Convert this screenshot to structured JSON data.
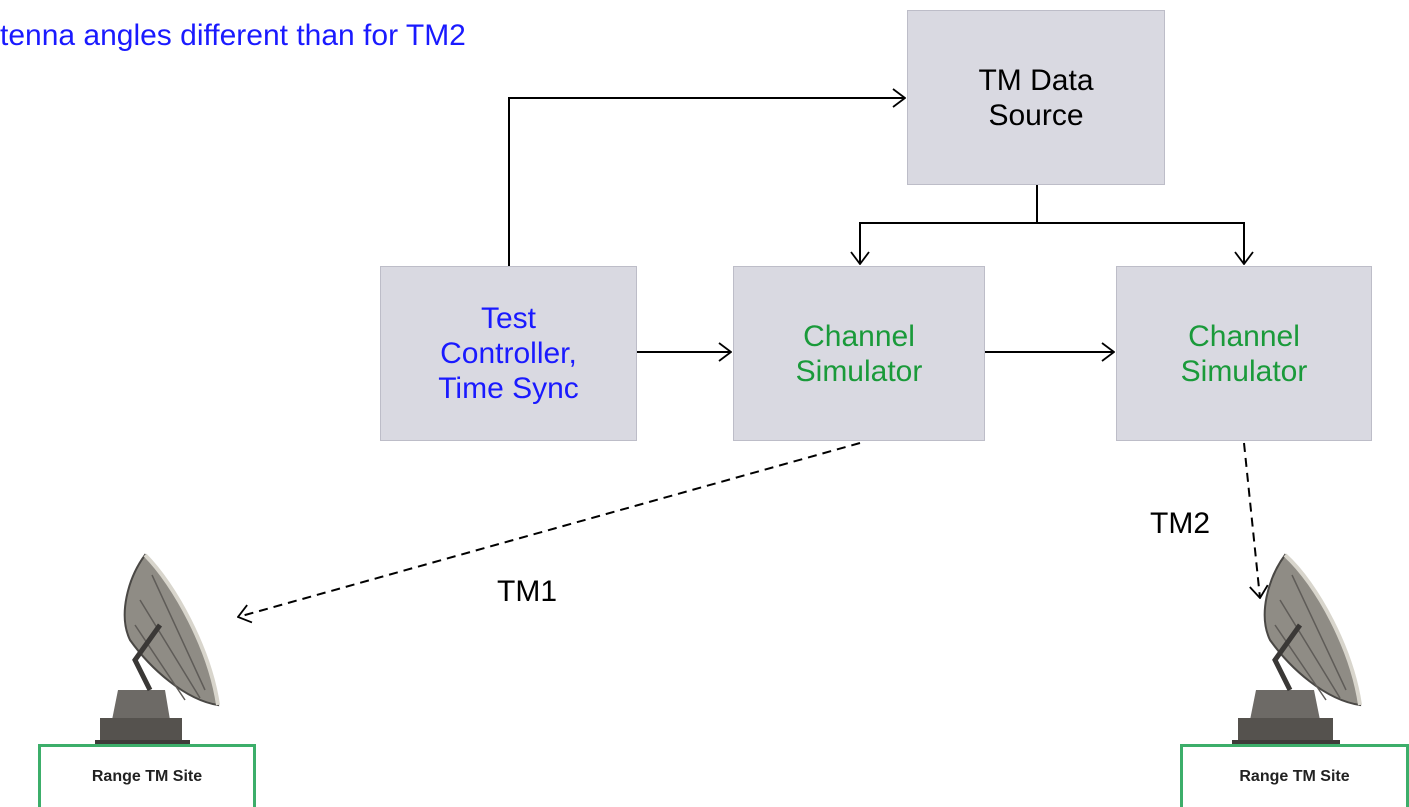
{
  "heading": {
    "line1": "",
    "line2": "tenna angles different than for TM2"
  },
  "boxes": {
    "data_source": [
      "TM Data",
      "Source"
    ],
    "controller": [
      "Test",
      "Controller,",
      "Time Sync"
    ],
    "simulator1": [
      "Channel",
      "Simulator"
    ],
    "simulator2": [
      "Channel",
      "Simulator"
    ]
  },
  "links": {
    "tm1": "TM1",
    "tm2": "TM2"
  },
  "sites": {
    "left": "Range TM Site",
    "right": "Range TM Site"
  },
  "colors": {
    "box_fill": "#d9d9e1",
    "heading_text": "#1a1aff",
    "simulator_text": "#1a9a3a",
    "site_border": "#3cae6a"
  },
  "icons": [
    "satellite-dish-icon",
    "satellite-dish-icon"
  ]
}
